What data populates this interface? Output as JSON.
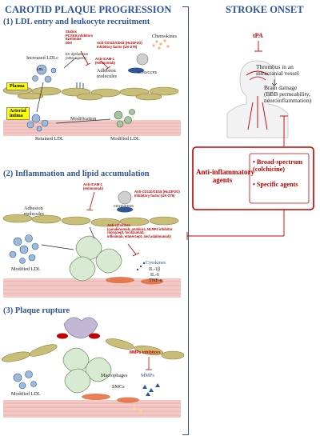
{
  "left_title": "CAROTID PLAQUE PROGRESSION",
  "right_title": "STROKE ONSET",
  "sections": {
    "s1": {
      "title": "(1) LDL entry and leukocyte recruitment",
      "labels": {
        "increased_ldl": "Increased LDLc",
        "ldl": "LDL",
        "ec_dysfunction": "EC dysfunction\n(other agents)",
        "adhesion": "Adhesion\nmolecules",
        "chemokines": "Chemokines",
        "plasma": "Plasma",
        "arterial_intima": "Arterial\nintima",
        "retained_ldl": "Retained LDL",
        "modification": "Modification",
        "modified_ldl": "Modified LDL",
        "ccr": "CCR2/CCR5",
        "cd11": "CD11b/CD18",
        "icam": "ICAM-1"
      },
      "drugs": {
        "lipid": "Statins\nPCSK9 inhibitors\nEzetimibe\nDiet",
        "cd11": "Anti-CD11b/CD18 (Hu23F2G)\nInhibitory factor (UK-279)",
        "icam": "Anti-ICAM-1\n(enlimomab)"
      }
    },
    "s2": {
      "title": "(2) Inflammation and lipid accumulation",
      "labels": {
        "adhesion": "Adhesion\nmolecules",
        "modified_ldl": "Modified LDL",
        "cytokines": "Cytokines",
        "il1": "IL-1β",
        "il6": "IL-6",
        "tnf": "TNF-α",
        "cd11": "CD11b/CD18",
        "icam": "ICAM-1"
      },
      "drugs": {
        "icam": "Anti-ICAM-1\n(enlimomab)",
        "cd11": "Anti-CD11b/CD18 (Hu23F2G)\nInhibitory factor (UK-279)",
        "cytokines": "Anti-cytokines\n(canakinumab, anakinra, NLRP3 inhibitor\nrilonacept, tocilizumab,\ninfliximab, etanercept, and adalimumab)"
      }
    },
    "s3": {
      "title": "(3) Plaque rupture",
      "labels": {
        "macrophages": "Macrophages",
        "smcs": "SMCs",
        "mmps": "MMPs",
        "modified_ldl": "Modified LDL"
      },
      "drugs": {
        "mmp": "MMPs inhibitors"
      }
    }
  },
  "stroke": {
    "tpa": "tPA",
    "thrombus": "Thrombus in an\nintracranial vessel",
    "brain_damage": "Brain damage\n(BBB permeability,\nneuroinflammation)"
  },
  "anti_inflammatory": {
    "title": "Anti-inflammatory\nagents",
    "items": [
      "Broad-spectrum\n(colchicine)",
      "Specific agents"
    ]
  },
  "colors": {
    "blue": "#2f5597",
    "red": "#c00000",
    "endothelium": "#c9be78",
    "intima": "#f3c9c6"
  }
}
